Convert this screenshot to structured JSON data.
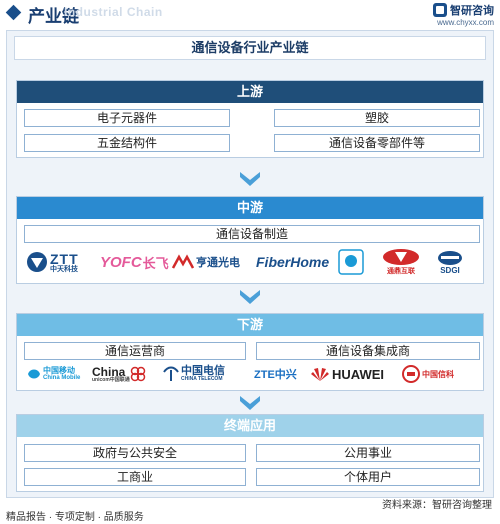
{
  "header": {
    "title": "产业链",
    "watermark": "Industrial Chain",
    "brand_name": "智研咨询",
    "brand_url": "www.chyxx.com"
  },
  "main_title": "通信设备行业产业链",
  "upstream": {
    "title": "上游",
    "items": [
      "电子元器件",
      "塑胶",
      "五金结构件",
      "通信设备零部件等"
    ]
  },
  "midstream": {
    "title": "中游",
    "item": "通信设备制造",
    "logos": [
      "ZTT",
      "中天科技",
      "YOFC",
      "长飞",
      "亨通光电",
      "FiberHome",
      "通鼎互联",
      "SDGI"
    ]
  },
  "downstream": {
    "title": "下游",
    "items": [
      "通信运营商",
      "通信设备集成商"
    ],
    "logos": [
      "中国移动",
      "China Mobile",
      "China",
      "unicom中国联通",
      "中国电信",
      "CHINA TELECOM",
      "ZTE中兴",
      "HUAWEI",
      "中国信科"
    ]
  },
  "terminal": {
    "title": "终端应用",
    "items": [
      "政府与公共安全",
      "公用事业",
      "工商业",
      "个体用户"
    ]
  },
  "footer": {
    "source": "资料来源：智研咨询整理",
    "tagline": "精品报告 · 专项定制 · 品质服务"
  },
  "colors": {
    "upstream_header": "#1f4e79",
    "midstream_header": "#2a8ad0",
    "downstream_header": "#6fbde5",
    "terminal_header": "#9fd2ea",
    "arrow": "#4a9fd8"
  }
}
